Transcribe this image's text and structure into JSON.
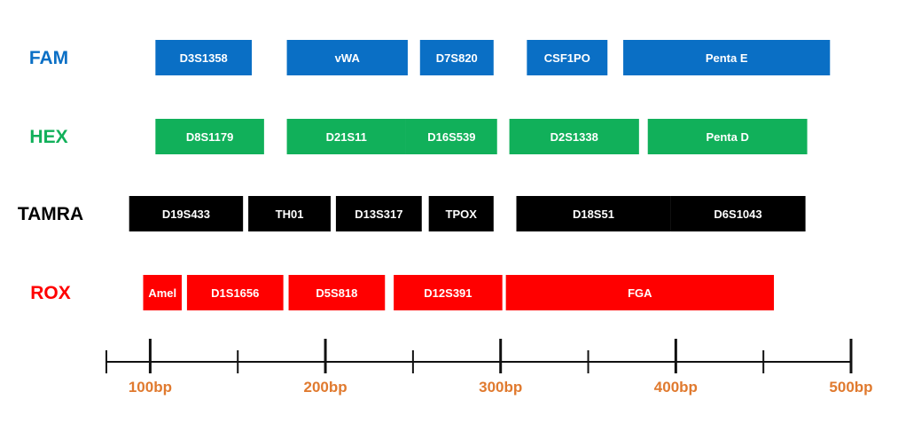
{
  "chart_data": {
    "type": "bar",
    "axis": {
      "min": 75,
      "max": 500,
      "major_ticks": [
        100,
        200,
        300,
        400,
        500
      ],
      "minor_ticks": [
        75,
        150,
        250,
        350,
        450
      ],
      "tick_labels": [
        "100bp",
        "200bp",
        "300bp",
        "400bp",
        "500bp"
      ],
      "label_color": "#e07a2f",
      "line_color": "#111111"
    },
    "channels": [
      {
        "name": "FAM",
        "color": "#0a6fc5",
        "loci": [
          {
            "name": "D3S1358",
            "start": 103,
            "end": 158
          },
          {
            "name": "vWA",
            "start": 178,
            "end": 247
          },
          {
            "name": "D7S820",
            "start": 254,
            "end": 296
          },
          {
            "name": "CSF1PO",
            "start": 315,
            "end": 361
          },
          {
            "name": "Penta E",
            "start": 370,
            "end": 488
          }
        ]
      },
      {
        "name": "HEX",
        "color": "#11b05a",
        "loci": [
          {
            "name": "D8S1179",
            "start": 103,
            "end": 165
          },
          {
            "name": "D21S11",
            "start": 178,
            "end": 246
          },
          {
            "name": "D16S539",
            "start": 246,
            "end": 298
          },
          {
            "name": "D2S1338",
            "start": 305,
            "end": 379
          },
          {
            "name": "Penta D",
            "start": 384,
            "end": 475
          }
        ]
      },
      {
        "name": "TAMRA",
        "color": "#000000",
        "loci": [
          {
            "name": "D19S433",
            "start": 88,
            "end": 153
          },
          {
            "name": "TH01",
            "start": 156,
            "end": 203
          },
          {
            "name": "D13S317",
            "start": 206,
            "end": 255
          },
          {
            "name": "TPOX",
            "start": 259,
            "end": 296
          },
          {
            "name": "D18S51",
            "start": 309,
            "end": 397
          },
          {
            "name": "D6S1043",
            "start": 397,
            "end": 474
          }
        ]
      },
      {
        "name": "ROX",
        "color": "#ff0000",
        "loci": [
          {
            "name": "Amel",
            "start": 96,
            "end": 118
          },
          {
            "name": "D1S1656",
            "start": 121,
            "end": 176
          },
          {
            "name": "D5S818",
            "start": 179,
            "end": 234
          },
          {
            "name": "D12S391",
            "start": 239,
            "end": 301
          },
          {
            "name": "FGA",
            "start": 303,
            "end": 456
          }
        ]
      }
    ]
  }
}
